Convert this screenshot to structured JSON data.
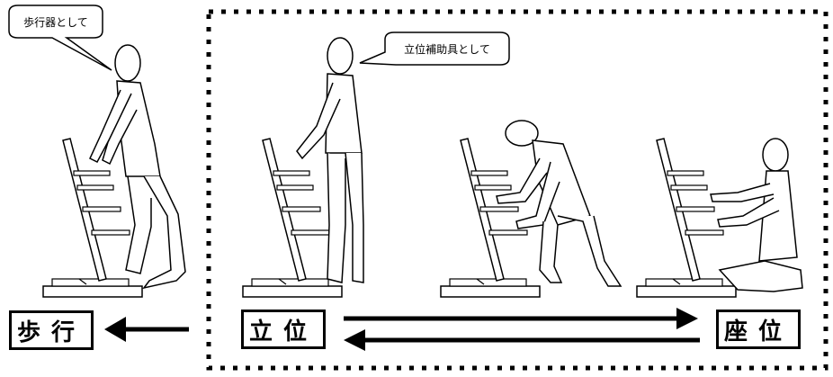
{
  "bubbles": {
    "walker": "歩行器として",
    "standing_aid": "立位補助具として"
  },
  "labels": {
    "walk": "歩行",
    "stand": "立位",
    "sit": "座位"
  }
}
